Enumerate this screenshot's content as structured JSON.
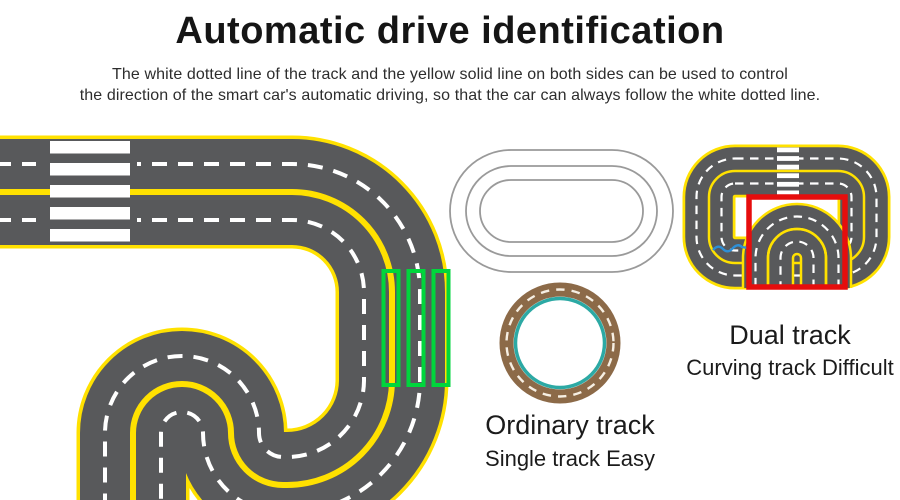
{
  "header": {
    "title": "Automatic drive identification",
    "subtitle_line1": "The white dotted line of the track and the yellow solid line on both sides can be used to control",
    "subtitle_line2": "the direction of the smart car's automatic driving, so that the car can always follow the white dotted line."
  },
  "tracks": {
    "ordinary": {
      "name": "Ordinary track",
      "difficulty": "Single track Easy"
    },
    "dual": {
      "name": "Dual track",
      "difficulty": "Curving track Difficult"
    }
  },
  "colors": {
    "road_gray": "#58595b",
    "track_yellow": "#ffe100",
    "dash_white": "#ffffff",
    "crosswalk_white": "#ffffff",
    "start_marker_green": "#00d63c",
    "highlight_red": "#e60d0d",
    "oval_outline_gray": "#9a9a9a",
    "circle_brown": "#8c6a48",
    "circle_teal": "#2ca9a4",
    "circle_dash_cream": "#f6efe3",
    "watermark_blue": "#2e8fd6"
  }
}
